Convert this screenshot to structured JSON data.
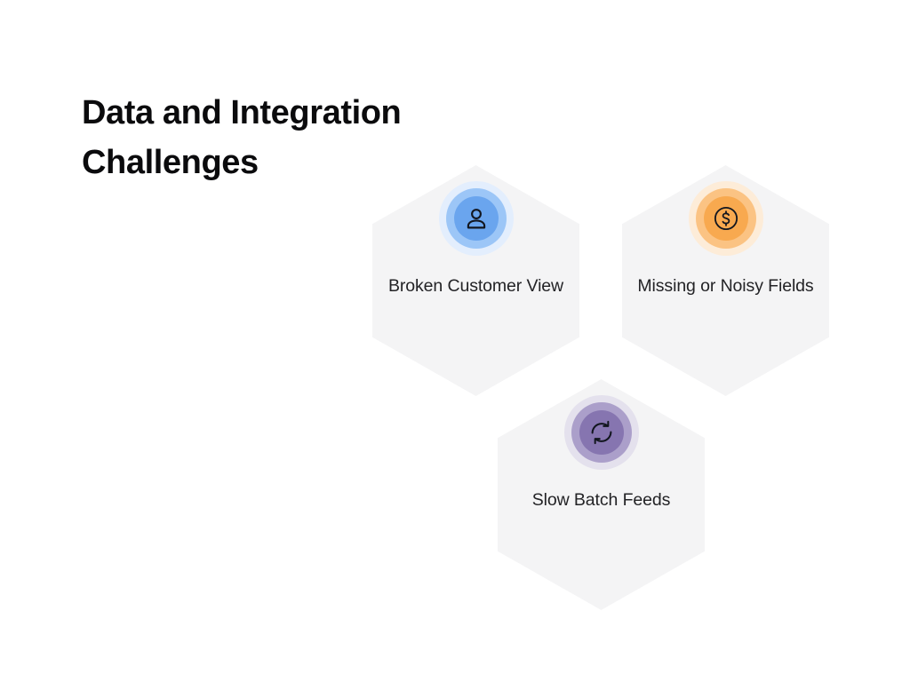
{
  "slide": {
    "background_color": "#ffffff",
    "title": "Data and Integration\nChallenges"
  },
  "cards": [
    {
      "id": "broken-customer-view",
      "label": "Broken Customer View",
      "icon": "user-icon",
      "accent_color": "#6aa5ee",
      "ring_mid_color": "#9cc6f7",
      "ring_outer_color": "#e3eefd",
      "icon_stroke_color": "#12161f",
      "hex_fill": "#f4f4f5"
    },
    {
      "id": "missing-or-noisy-fields",
      "label": "Missing or Noisy Fields",
      "icon": "dollar-coin-icon",
      "accent_color": "#f8a94f",
      "ring_mid_color": "#fbc383",
      "ring_outer_color": "#fdecd8",
      "icon_stroke_color": "#12161f",
      "hex_fill": "#f4f4f5"
    },
    {
      "id": "slow-batch-feeds",
      "label": "Slow Batch Feeds",
      "icon": "refresh-sync-icon",
      "accent_color": "#8675b0",
      "ring_mid_color": "#ab9fca",
      "ring_outer_color": "#e4e1ed",
      "icon_stroke_color": "#12161f",
      "hex_fill": "#f4f4f5"
    }
  ]
}
